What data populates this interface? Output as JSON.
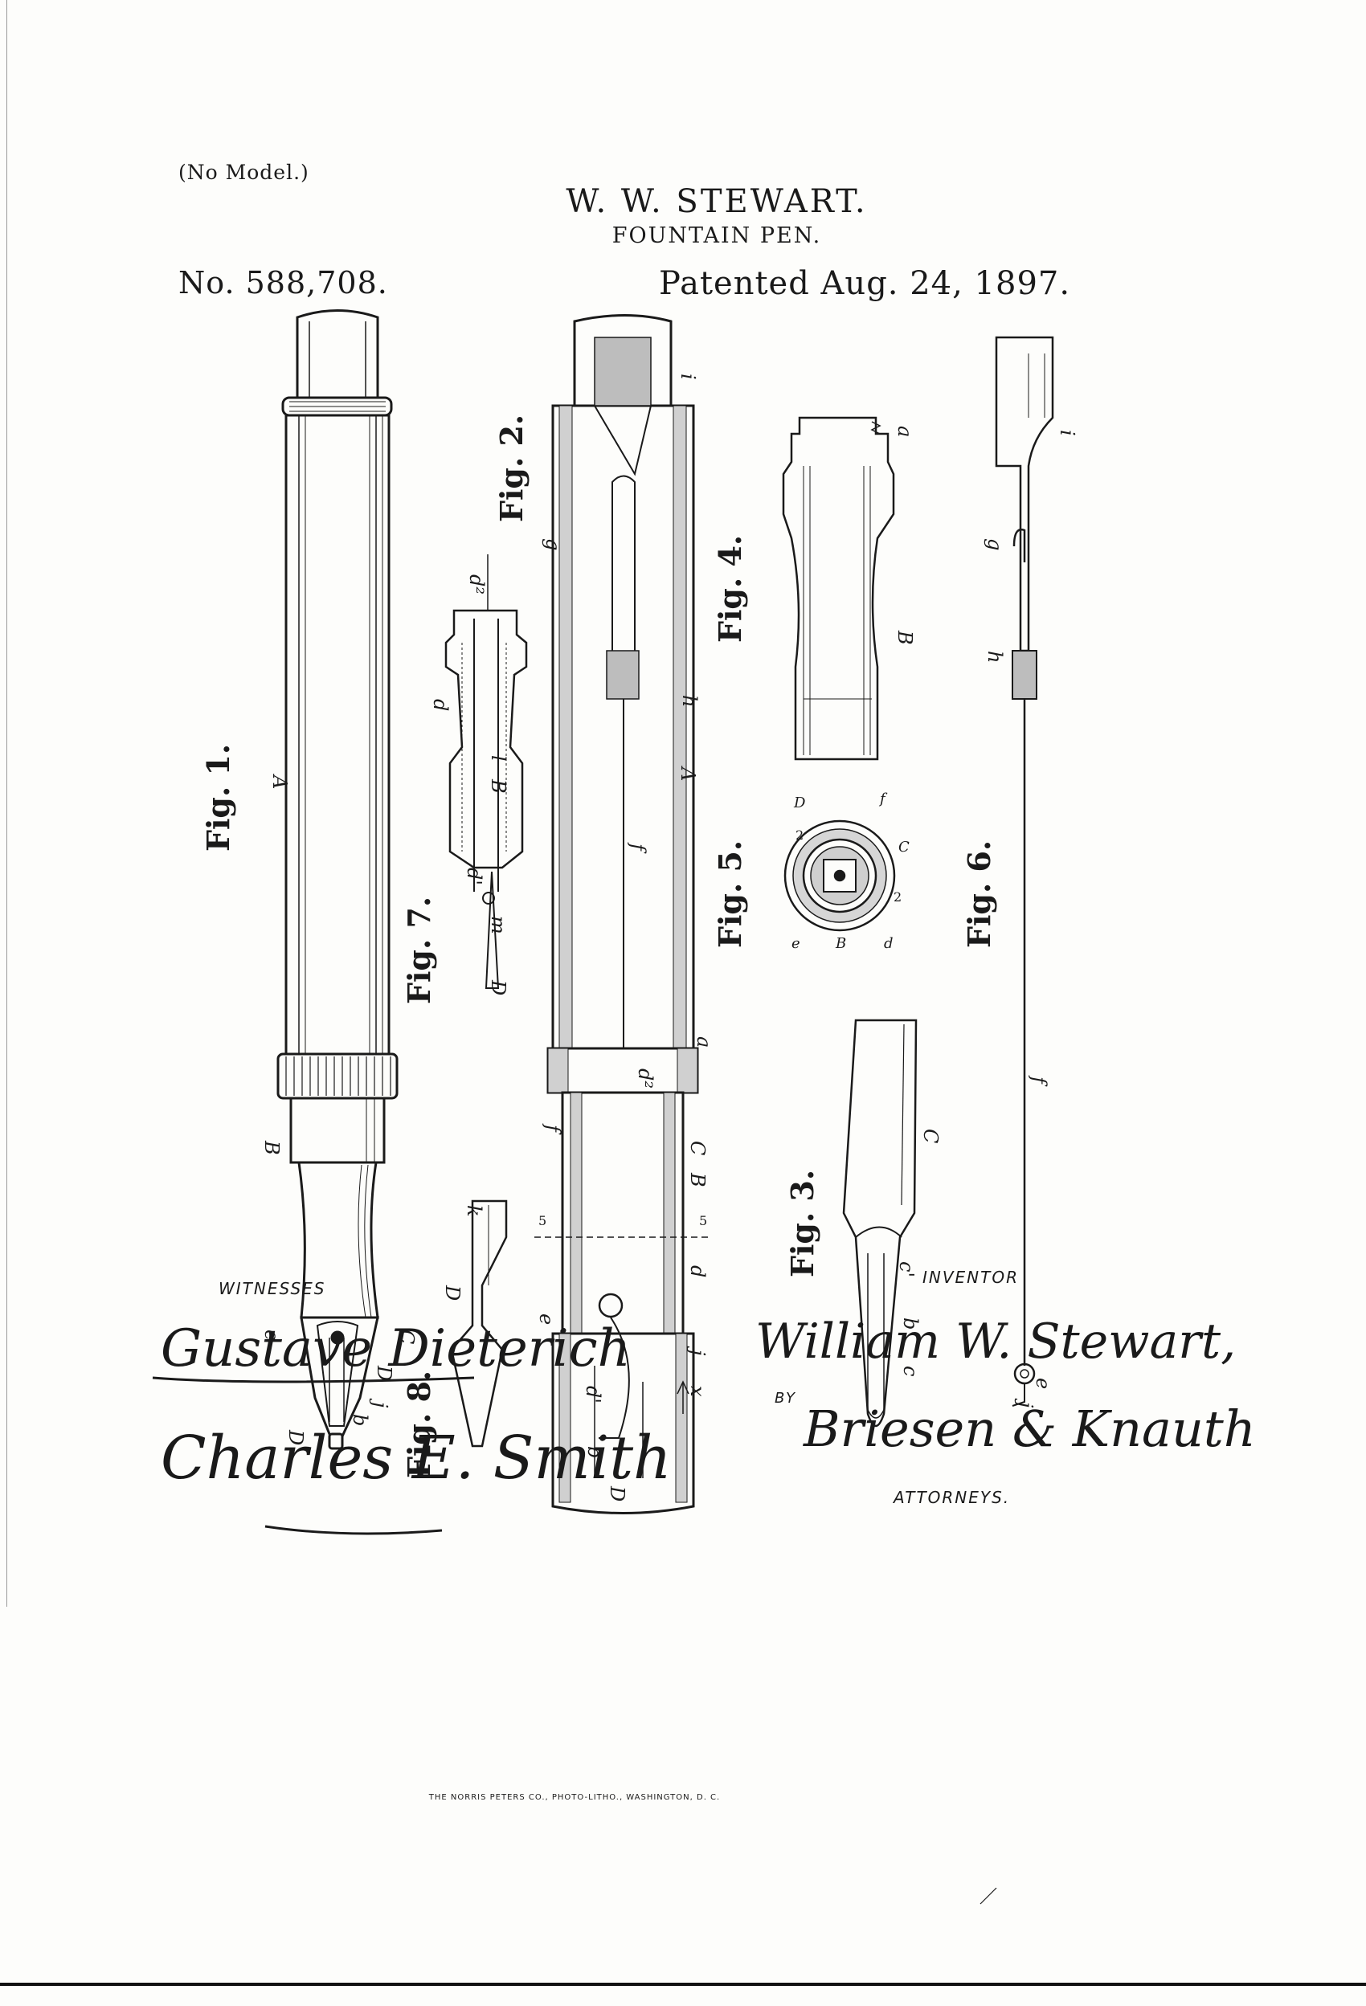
{
  "header": {
    "no_model": "(No Model.)",
    "inventor_name": "W. W. STEWART.",
    "invention_title": "FOUNTAIN PEN.",
    "patent_number": "No. 588,708.",
    "patent_date": "Patented Aug. 24, 1897."
  },
  "figures": {
    "fig1": "Fig. 1.",
    "fig2": "Fig. 2.",
    "fig3": "Fig. 3.",
    "fig4": "Fig. 4.",
    "fig5": "Fig. 5.",
    "fig6": "Fig. 6.",
    "fig7": "Fig. 7.",
    "fig8": "Fig. 8."
  },
  "reference_letters": {
    "A": "A",
    "B": "B",
    "C": "C",
    "D": "D",
    "a": "a",
    "b": "b",
    "c": "c",
    "d": "d",
    "e": "e",
    "f": "f",
    "g": "g",
    "h": "h",
    "i": "i",
    "j": "j",
    "k": "k",
    "l": "l",
    "m": "m",
    "x": "x",
    "d1": "d'",
    "d2": "d²",
    "c1": "c'",
    "section": "5",
    "two": "2"
  },
  "footer": {
    "witnesses_label": "WITNESSES",
    "witness_1": "Gustave Dieterich",
    "witness_2": "Charles E. Smith",
    "inventor_label": "INVENTOR",
    "inventor_signature": "William W. Stewart,",
    "by_label": "BY",
    "attorney_signature": "Briesen & Knauth",
    "attorneys_label": "ATTORNEYS.",
    "printer": "THE NORRIS PETERS CO., PHOTO-LITHO., WASHINGTON, D. C."
  },
  "colors": {
    "ink": "#1a1a1a",
    "paper": "#fdfdfb"
  }
}
